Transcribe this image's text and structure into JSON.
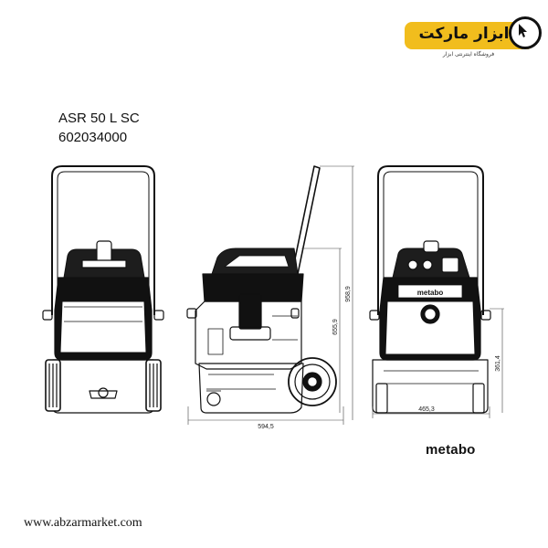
{
  "logo": {
    "name_fa": "ابزار مارکت",
    "tagline_fa": "فروشگاه اینترنتی ابزار",
    "icon": "cursor-icon"
  },
  "product": {
    "model": "ASR 50 L SC",
    "code": "602034000"
  },
  "dimensions": {
    "side_width": "594,5",
    "side_height_total": "958,9",
    "side_height_body": "655,9",
    "rear_width": "465,3",
    "rear_height": "361,4"
  },
  "panel": {
    "label": "metabo"
  },
  "brand": "metabo",
  "website": "www.abzarmarket.com",
  "colors": {
    "logo_yellow": "#f1bd1d",
    "line": "#111111"
  }
}
